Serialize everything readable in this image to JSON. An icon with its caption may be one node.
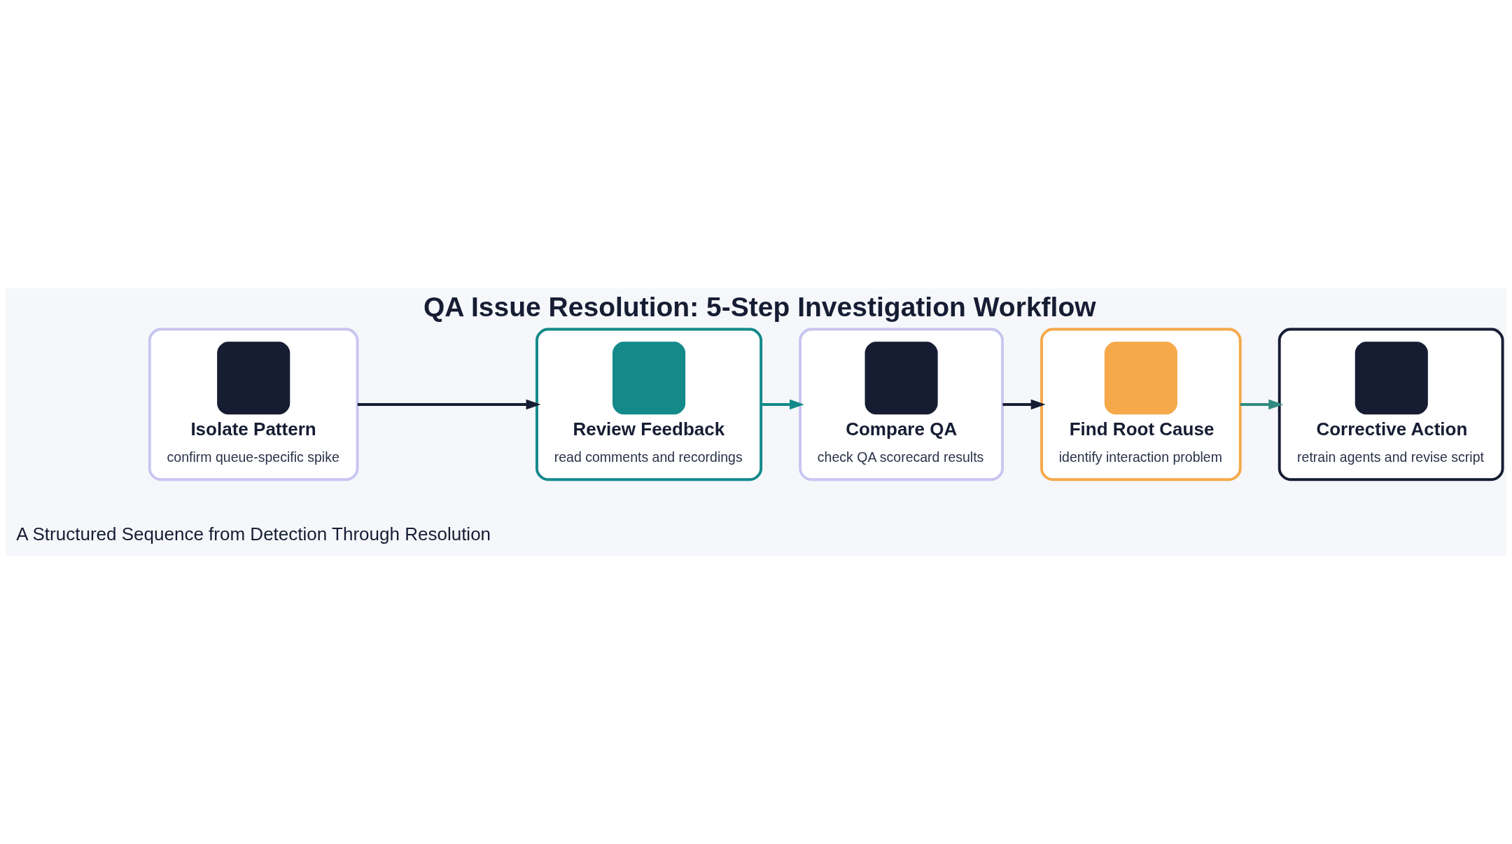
{
  "diagram": {
    "title": "QA Issue Resolution: 5-Step Investigation Workflow",
    "nodes": [
      {
        "text": [
          "Isolate Pattern",
          "confirm queue-specific spike"
        ]
      },
      {
        "text": [
          "Review Feedback",
          "read comments and recordings"
        ]
      },
      {
        "text": [
          "Compare QA",
          "check QA scorecard results"
        ]
      },
      {
        "text": [
          "Find Root Cause",
          "identify interaction problem"
        ]
      },
      {
        "text": [
          "Corrective Action",
          "retrain agents and revise script"
        ]
      }
    ],
    "edges": [
      {
        "from": 0,
        "to": 1,
        "arrow": "to"
      },
      {
        "from": 1,
        "to": 2,
        "arrow": "to",
        "color": "#13898a"
      },
      {
        "from": 2,
        "to": 3,
        "arrow": "to"
      },
      {
        "from": 3,
        "to": 4,
        "arrow": "to",
        "color": "#2f8a80"
      }
    ],
    "labels": [
      "A Structured Sequence from Detection Through Resolution"
    ]
  }
}
